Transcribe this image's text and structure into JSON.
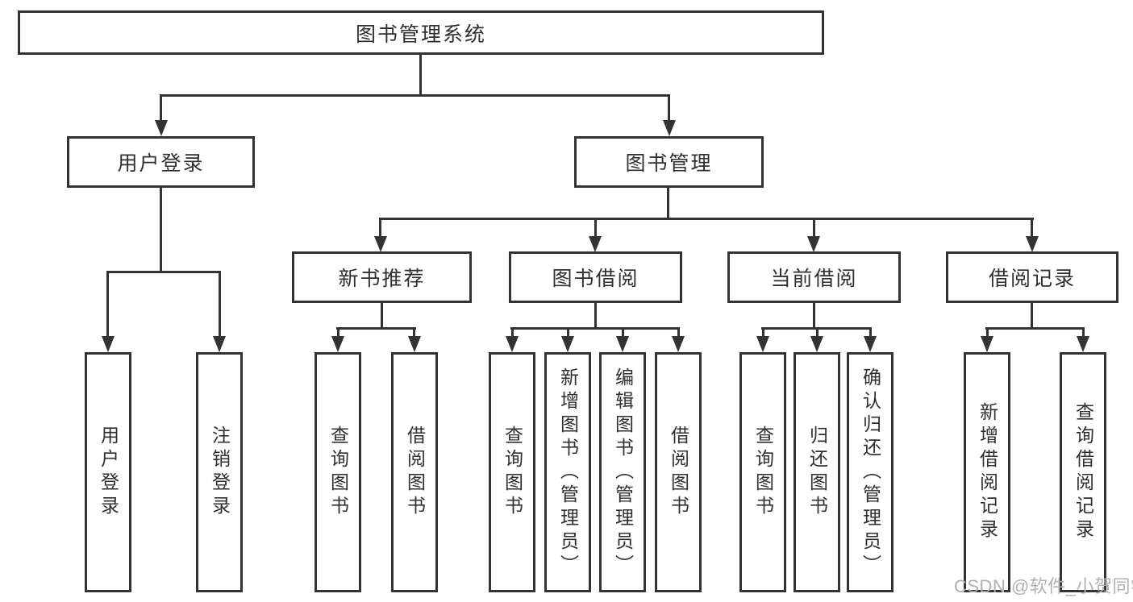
{
  "tree": {
    "root": {
      "label": "图书管理系统"
    },
    "user_login": {
      "label": "用户登录",
      "children": [
        {
          "label": "用户登录"
        },
        {
          "label": "注销登录"
        }
      ]
    },
    "book_mgmt": {
      "label": "图书管理",
      "sections": [
        {
          "label": "新书推荐",
          "children": [
            {
              "label": "查询图书"
            },
            {
              "label": "借阅图书"
            }
          ]
        },
        {
          "label": "图书借阅",
          "children": [
            {
              "label": "查询图书"
            },
            {
              "label": "新增图书（管理员）"
            },
            {
              "label": "编辑图书（管理员）"
            },
            {
              "label": "借阅图书"
            }
          ]
        },
        {
          "label": "当前借阅",
          "children": [
            {
              "label": "查询图书"
            },
            {
              "label": "归还图书"
            },
            {
              "label": "确认归还（管理员）"
            }
          ]
        },
        {
          "label": "借阅记录",
          "children": [
            {
              "label": "新增借阅记录"
            },
            {
              "label": "查询借阅记录"
            }
          ]
        }
      ]
    }
  },
  "watermark": {
    "text": "CSDN @软件_小贺同学"
  },
  "colors": {
    "line": "#333333",
    "text": "#2f2f2f",
    "background": "#ffffff",
    "watermark": "#b0b0b0"
  }
}
